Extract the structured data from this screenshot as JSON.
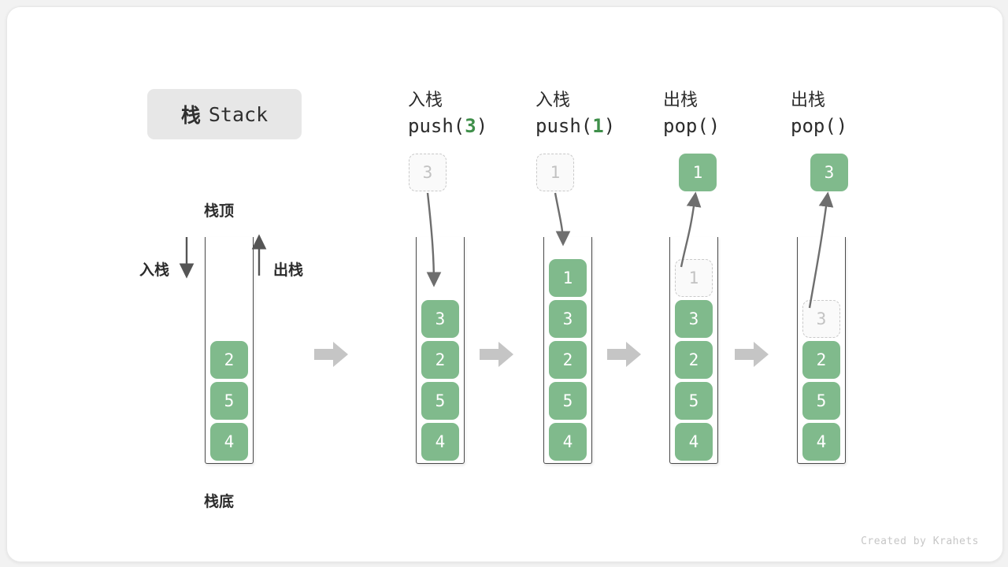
{
  "title": {
    "cn": "栈",
    "en": "Stack"
  },
  "labels": {
    "top": "栈顶",
    "bottom": "栈底",
    "push_side": "入栈",
    "pop_side": "出栈"
  },
  "colors": {
    "cell_fill": "#80ba8c",
    "cell_text": "#ffffff",
    "ghost_fill": "#fafafa",
    "ghost_border": "#c9c9c9",
    "ghost_text": "#c2c2c2",
    "arrow_gray": "#c5c5c5",
    "motion_arrow": "#6e6e6e",
    "code_arg": "#3f8f4a",
    "badge_bg": "#e7e7e7",
    "text": "#2b2b2b"
  },
  "icons": {
    "step": "right-chevron-arrow-icon",
    "push_down": "down-arrow-icon",
    "pop_up": "up-arrow-icon"
  },
  "stages": [
    {
      "id": "initial",
      "op_cn": "",
      "op_code": "",
      "op_arg": "",
      "cells": [
        {
          "value": "2",
          "state": "filled"
        },
        {
          "value": "5",
          "state": "filled"
        },
        {
          "value": "4",
          "state": "filled"
        }
      ],
      "float": null
    },
    {
      "id": "push-3",
      "op_cn": "入栈",
      "op_code_pre": "push(",
      "op_arg": "3",
      "op_code_post": ")",
      "cells": [
        {
          "value": "3",
          "state": "filled"
        },
        {
          "value": "2",
          "state": "filled"
        },
        {
          "value": "5",
          "state": "filled"
        },
        {
          "value": "4",
          "state": "filled"
        }
      ],
      "float": {
        "value": "3",
        "state": "ghost"
      }
    },
    {
      "id": "push-1",
      "op_cn": "入栈",
      "op_code_pre": "push(",
      "op_arg": "1",
      "op_code_post": ")",
      "cells": [
        {
          "value": "1",
          "state": "filled"
        },
        {
          "value": "3",
          "state": "filled"
        },
        {
          "value": "2",
          "state": "filled"
        },
        {
          "value": "5",
          "state": "filled"
        },
        {
          "value": "4",
          "state": "filled"
        }
      ],
      "float": {
        "value": "1",
        "state": "ghost"
      }
    },
    {
      "id": "pop-1",
      "op_cn": "出栈",
      "op_code_pre": "pop(",
      "op_arg": "",
      "op_code_post": ")",
      "cells": [
        {
          "value": "1",
          "state": "ghost"
        },
        {
          "value": "3",
          "state": "filled"
        },
        {
          "value": "2",
          "state": "filled"
        },
        {
          "value": "5",
          "state": "filled"
        },
        {
          "value": "4",
          "state": "filled"
        }
      ],
      "float": {
        "value": "1",
        "state": "filled"
      }
    },
    {
      "id": "pop-3",
      "op_cn": "出栈",
      "op_code_pre": "pop(",
      "op_arg": "",
      "op_code_post": ")",
      "cells": [
        {
          "value": "3",
          "state": "ghost"
        },
        {
          "value": "2",
          "state": "filled"
        },
        {
          "value": "5",
          "state": "filled"
        },
        {
          "value": "4",
          "state": "filled"
        }
      ],
      "float": {
        "value": "3",
        "state": "filled"
      }
    }
  ],
  "footer": "Created by Krahets"
}
